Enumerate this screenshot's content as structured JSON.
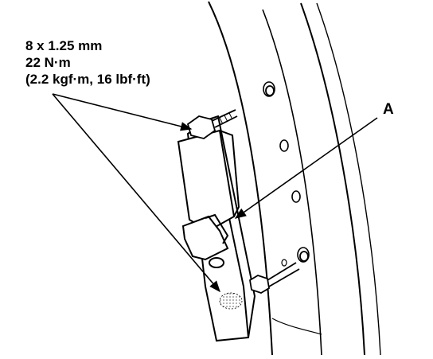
{
  "torque_spec": {
    "line1": "8 x 1.25 mm",
    "line2": "22 N·m",
    "line3": "(2.2 kgf·m, 16 lbf·ft)"
  },
  "callout_label": "A",
  "colors": {
    "line": "#000000",
    "background": "#ffffff"
  }
}
